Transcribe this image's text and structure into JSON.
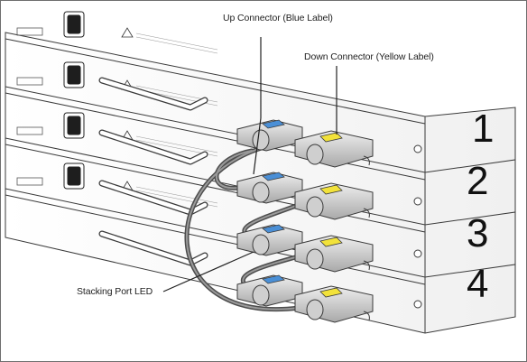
{
  "callouts": {
    "up_connector": "Up Connector (Blue Label)",
    "down_connector": "Down Connector (Yellow Label)",
    "stacking_led": "Stacking Port LED"
  },
  "units": [
    "1",
    "2",
    "3",
    "4"
  ],
  "colors": {
    "blue_label": "#4a8fd6",
    "yellow_label": "#f2e23a",
    "outline": "#3a3a3a",
    "cable": "#555555",
    "connector_fill": "#d4d4d4"
  }
}
